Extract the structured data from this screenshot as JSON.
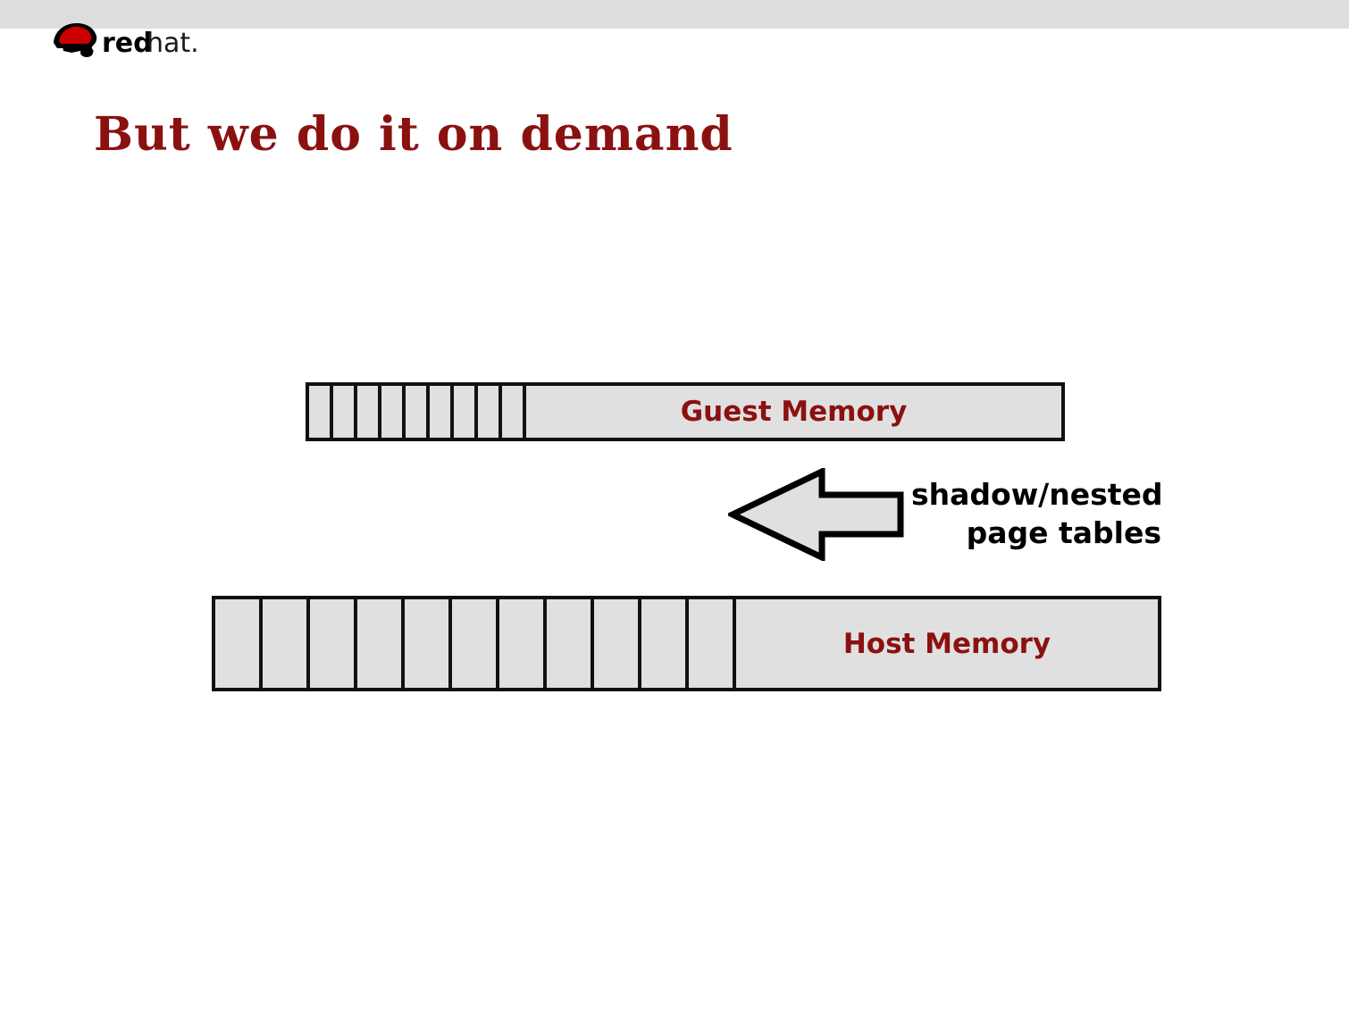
{
  "slide": {
    "title": "But we do it on demand",
    "title_color": "#8b1111",
    "background_color": "#ffffff",
    "band_color": "#dedede"
  },
  "logo": {
    "word_red": "red",
    "word_black": "hat",
    "trademark": ".",
    "red_hex": "#cc0000",
    "black_hex": "#000000"
  },
  "diagram": {
    "guest": {
      "label": "Guest Memory",
      "label_color": "#8b1111",
      "cell_count": 9,
      "cell_fill": "#e0e0e0",
      "stroke": "#111111"
    },
    "host": {
      "label": "Host Memory",
      "label_color": "#8b1111",
      "cell_count": 11,
      "cell_fill": "#e0e0e0",
      "stroke": "#111111"
    },
    "arrow": {
      "direction": "left",
      "fill": "#e0e0e0",
      "stroke": "#000000",
      "caption_line1": "shadow/nested",
      "caption_line2": "page tables",
      "caption_color": "#000000"
    }
  }
}
